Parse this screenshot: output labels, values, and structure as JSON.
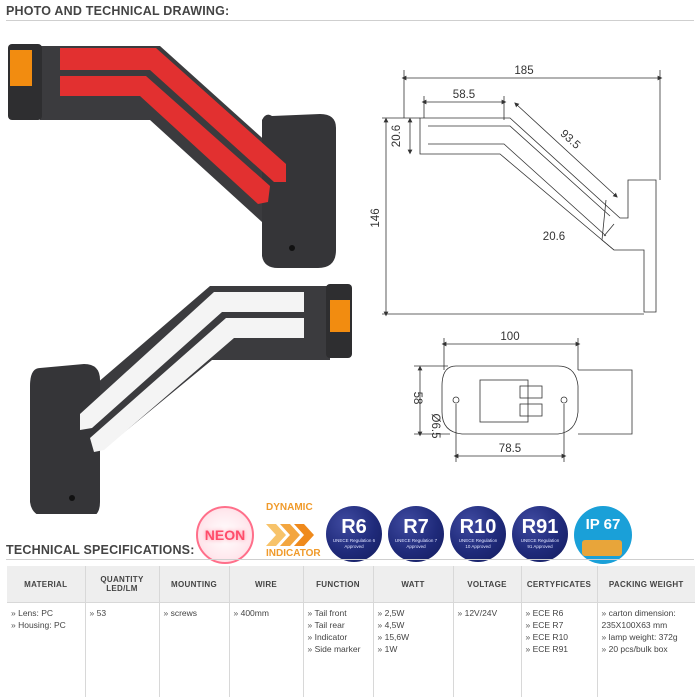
{
  "sections": {
    "photo_title": "PHOTO AND TECHNICAL DRAWING:",
    "spec_title": "TECHNICAL SPECIFICATIONS:"
  },
  "drawing": {
    "side_view": {
      "overall_length": "185",
      "top_length": "58.5",
      "arm_length": "93.5",
      "height_left": "20.6",
      "height_total": "146",
      "arm_thickness": "20.6"
    },
    "top_view": {
      "length": "100",
      "width": "58",
      "hole": "Ø6.5",
      "base_length": "78.5"
    }
  },
  "badges": {
    "neon": "NEON",
    "dynamic": "DYNAMIC",
    "indicator": "INDICATOR",
    "r6": {
      "code": "R6",
      "sub": "UNECE Regulation 6 Approved"
    },
    "r7": {
      "code": "R7",
      "sub": "UNECE Regulation 7 Approved"
    },
    "r10": {
      "code": "R10",
      "sub": "UNECE Regulation 10 Approved"
    },
    "r91": {
      "code": "R91",
      "sub": "UNECE Regulation 91 Approved"
    },
    "ip": "IP 67"
  },
  "colors": {
    "lamp_red": "#e23030",
    "lamp_amber": "#f28c10",
    "housing": "#3b3b3e",
    "badge_blue": "#1f2a7a",
    "ip_blue": "#1aa0d8"
  },
  "table": {
    "headers": {
      "material": "MATERIAL",
      "quantity": "QUANTITY LED/LM",
      "mounting": "MOUNTING",
      "wire": "WIRE",
      "function": "FUNCTION",
      "watt": "WATT",
      "voltage": "VOLTAGE",
      "certificates": "CERTYFICATES",
      "packing": "PACKING WEIGHT"
    },
    "row": {
      "material": [
        "Lens: PC",
        "Housing: PC"
      ],
      "quantity": [
        "53"
      ],
      "mounting": [
        "screws"
      ],
      "wire": [
        "400mm"
      ],
      "function": [
        "Tail front",
        "Tail rear",
        "Indicator",
        "Side marker"
      ],
      "watt": [
        "2,5W",
        "4,5W",
        "15,6W",
        "1W"
      ],
      "voltage": [
        "12V/24V"
      ],
      "certificates": [
        "ECE R6",
        "ECE R7",
        "ECE R10",
        "ECE R91"
      ],
      "packing": [
        "carton dimension: 235X100X63 mm",
        "lamp weight: 372g",
        "20 pcs/bulk box"
      ]
    }
  }
}
